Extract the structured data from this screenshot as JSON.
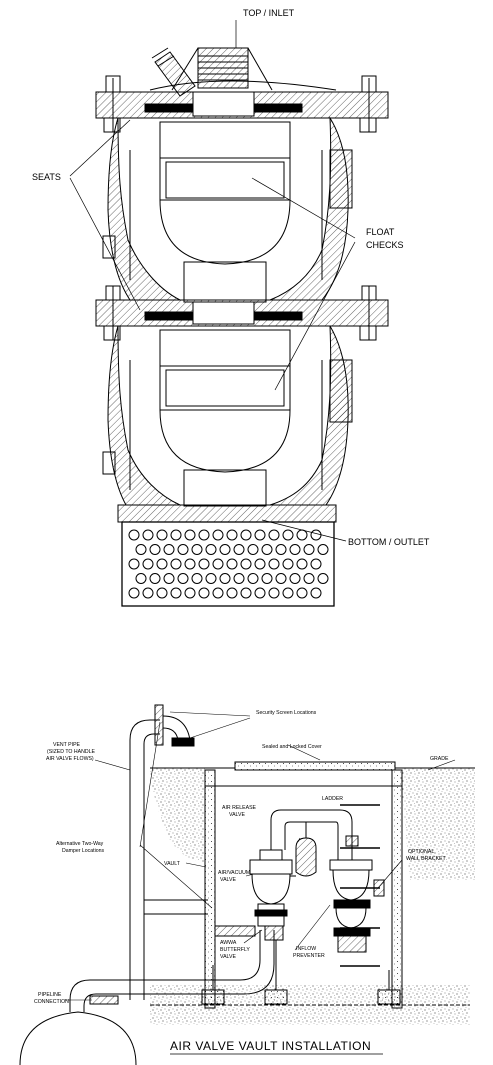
{
  "valve": {
    "top_inlet": "TOP / INLET",
    "seats": "SEATS",
    "float_line1": "FLOAT",
    "float_line2": "CHECKS",
    "bottom_outlet": "BOTTOM / OUTLET"
  },
  "vault": {
    "security": "Security Screen Locations",
    "vent1": "VENT PIPE",
    "vent2": "(SIZED TO HANDLE",
    "vent3": "AIR VALVE FLOWS)",
    "cover": "Sealed and Locked Cover",
    "grade": "GRADE",
    "ladder": "LADDER",
    "release1": "AIR RELEASE",
    "release2": "VALVE",
    "damper1": "Alternative Two-Way",
    "damper2": "Damper Locations",
    "optional1": "OPTIONAL",
    "optional2": "WALL BRACKET",
    "vaultlbl": "VAULT",
    "airvac1": "AIR/VACUUM",
    "airvac2": "VALVE",
    "awwa1": "AWWA",
    "awwa2": "BUTTERFLY",
    "awwa3": "VALVE",
    "inflow1": "INFLOW",
    "inflow2": "PREVENTER",
    "pipe1": "PIPELINE",
    "pipe2": "CONNECTION",
    "caption": "AIR VALVE VAULT INSTALLATION"
  }
}
